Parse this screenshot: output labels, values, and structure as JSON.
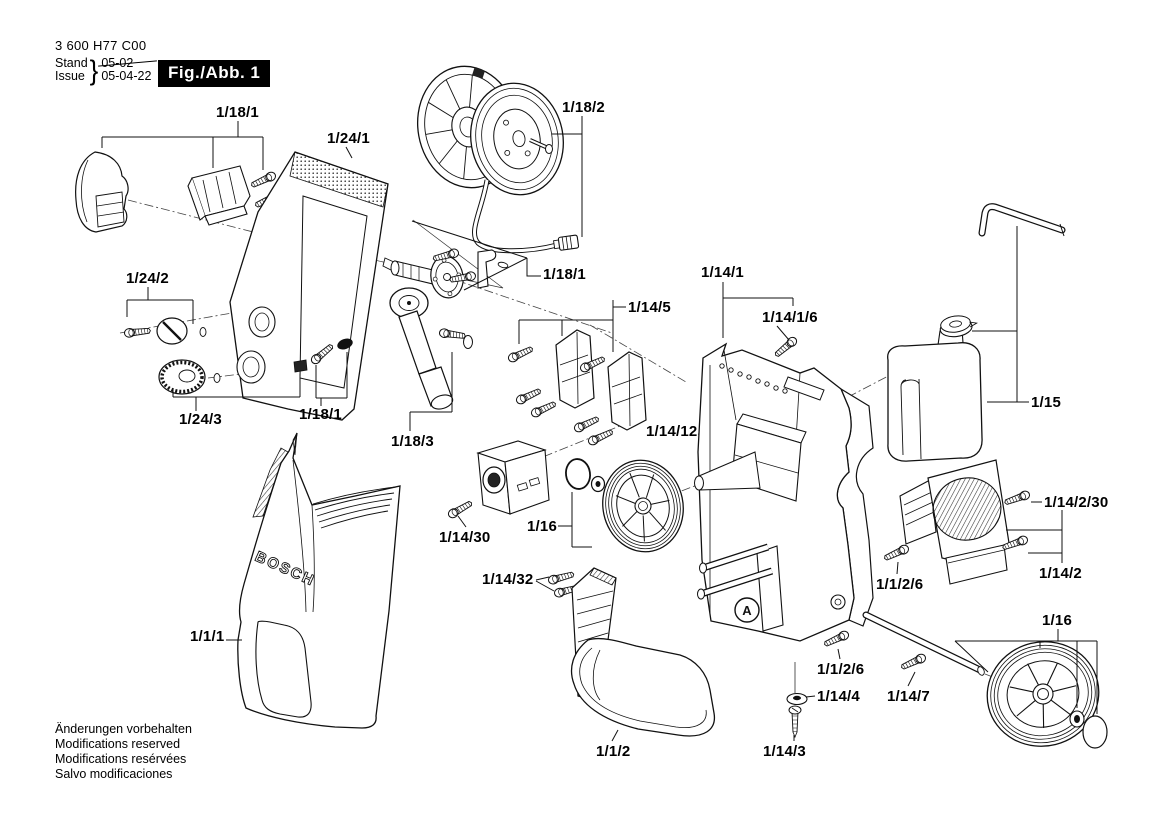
{
  "doc": {
    "part_number": "3 600 H77 C00",
    "stand_label": "Stand",
    "issue_label": "Issue",
    "brace": "}",
    "old_date": "05-02",
    "date": "05-04-22",
    "figure_label": "Fig./Abb. 1"
  },
  "brand_logo": "BOSCH",
  "detail_marker": "A",
  "footer": {
    "lines": [
      "Änderungen vorbehalten",
      "Modifications reserved",
      "Modifications resérvées",
      "Salvo modificaciones"
    ]
  },
  "callouts": [
    {
      "id": "hose-guide-top",
      "label": "1/18/1"
    },
    {
      "id": "handle-cover",
      "label": "1/24/1"
    },
    {
      "id": "hose-reel",
      "label": "1/18/2"
    },
    {
      "id": "knob-small",
      "label": "1/24/2"
    },
    {
      "id": "hose-guide-mid",
      "label": "1/18/1"
    },
    {
      "id": "body-frame",
      "label": "1/14/1"
    },
    {
      "id": "support-brackets",
      "label": "1/14/5"
    },
    {
      "id": "body-screw",
      "label": "1/14/1/6"
    },
    {
      "id": "tank",
      "label": "1/15"
    },
    {
      "id": "knob-large",
      "label": "1/24/3"
    },
    {
      "id": "hose-guide-left",
      "label": "1/18/1"
    },
    {
      "id": "crank-handle",
      "label": "1/18/3"
    },
    {
      "id": "inlet-part",
      "label": "1/14/12"
    },
    {
      "id": "cover-screws",
      "label": "1/14/2/30"
    },
    {
      "id": "switch-box",
      "label": "1/14/30"
    },
    {
      "id": "wheel-mid",
      "label": "1/16"
    },
    {
      "id": "screws-pair",
      "label": "1/14/32"
    },
    {
      "id": "shell-screw-upper",
      "label": "1/1/2/6"
    },
    {
      "id": "vent-cover",
      "label": "1/14/2"
    },
    {
      "id": "front-cover",
      "label": "1/1/1"
    },
    {
      "id": "wheel-right",
      "label": "1/16"
    },
    {
      "id": "shell-screw-lower",
      "label": "1/1/2/6"
    },
    {
      "id": "washer",
      "label": "1/14/4"
    },
    {
      "id": "axle-screw",
      "label": "1/14/7"
    },
    {
      "id": "base-screw",
      "label": "1/14/3"
    },
    {
      "id": "bottom-shell",
      "label": "1/1/2"
    }
  ]
}
